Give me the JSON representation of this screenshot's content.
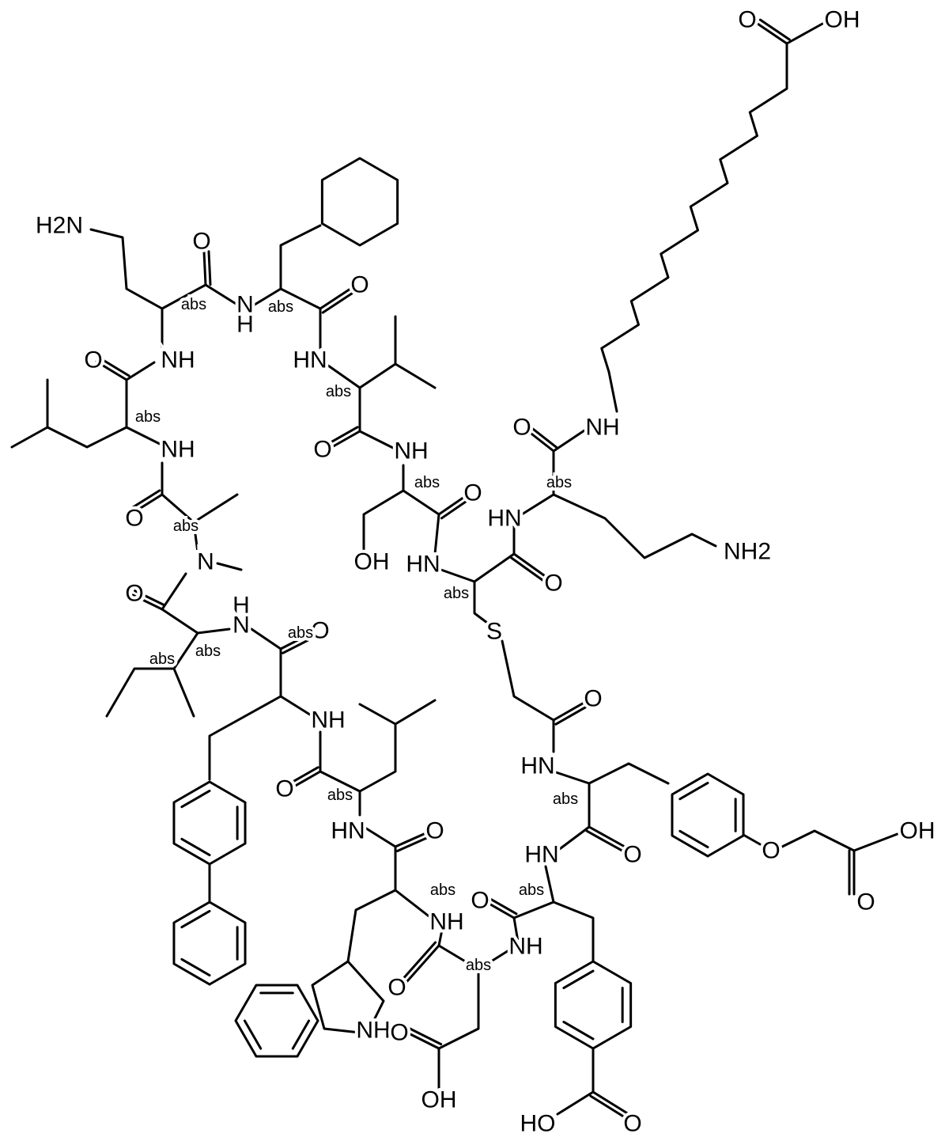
{
  "diagram": {
    "type": "chemical-structure",
    "colors": {
      "bond": "#000000",
      "background": "#ffffff"
    },
    "atom_labels": [
      "O",
      "OH",
      "H2N",
      "O",
      "N",
      "H",
      "abs",
      "abs",
      "O",
      "NH",
      "O",
      "HN",
      "abs",
      "O",
      "NH",
      "abs",
      "NH",
      "O",
      "abs",
      "N",
      "abs",
      "O",
      "HN",
      "abs",
      "O",
      "NH",
      "NH2",
      "OH",
      "HN",
      "abs",
      "O",
      "H",
      "N",
      "O",
      "O",
      "abs",
      "abs",
      "abs",
      "S",
      "NH",
      "O",
      "HN",
      "abs",
      "O",
      "abs",
      "HN",
      "O",
      "HN",
      "O",
      "O",
      "OH",
      "O",
      "abs",
      "NH",
      "O",
      "abs",
      "abs",
      "NH",
      "O",
      "NH",
      "O",
      "OH",
      "HO",
      "O"
    ]
  }
}
